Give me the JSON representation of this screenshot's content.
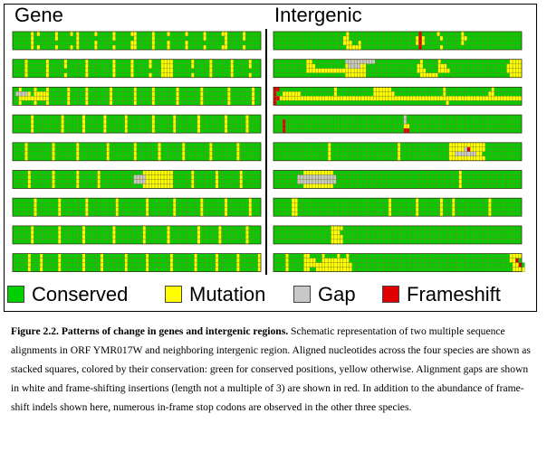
{
  "figure": {
    "panel_titles": {
      "gene": "Gene",
      "intergenic": "Intergenic"
    },
    "colors": {
      "conserved": "#00d000",
      "mutation": "#ffff00",
      "gap": "#c8c8c8",
      "frameshift": "#e00000",
      "cell_border": "#7a7a2a"
    },
    "legend": [
      {
        "key": "conserved",
        "label": "Conserved",
        "color": "#00d000"
      },
      {
        "key": "mutation",
        "label": "Mutation",
        "color": "#ffff00"
      },
      {
        "key": "gap",
        "label": "Gap",
        "color": "#c8c8c8"
      },
      {
        "key": "frameshift",
        "label": "Frameshift",
        "color": "#e00000"
      }
    ],
    "panels": {
      "gene": {
        "blocks": [
          [
            "CCCCCCYCYCCCCCYCCCCYCYCCCCCYCCCCCYCCCCCYYCCCCCYCCCCYCCCCCYCCCCCYCCCCCYYCCCCCYCCCCC",
            "CCCCCCYCCCCCCCYCCCCCCYCCCCCCCCCCCYCCCCCCYCCCCCYCCCCCCCCCCCCCCCCYCCCCCCYCCCCCYCCCCC",
            "CCCCCCYCCCCCCCCCCCCCCYCCCCCYCCCCCCCCCCCYYCCCCCYCCCCYCCCCCYCCCCCCCCCCCCYCCCCCCCCCCC",
            "CCCCCCYCYCCCCCYCCCCYCYCCCCCYCCCCCYCCCCCYYCCCCCYCCCCYCCCCCYCCCCCYCCCCCYYCCCCCYCCCCC"
          ],
          [
            "CCCCYCCCCCCYCCCCCYCCCCCCYCCCCCCCCYCCCCCYCCCCCYCCCYYYYCCCCCCYCCCCCYCCCCCCYCCCCCYCCC",
            "CCCCYCCCCCCYCCCCCYCCCCCCYCCCCCCCCYCCCCCYCCCCCYCCCYYYYCCCCCCYCCCCCYCCCCCCYCCCCCYCCC",
            "CCCCYCCCCCCYCCCCCCCCCCCCYCCCCCCCCYCCCCCYCCCCCCCCCYYYYCCCCCCCCCCCCYCCCCCCYCCCCCCCCC",
            "CCCCYCCCCCCYCCCCCYCCCCCCYCCCCCCCCYCCCCCYCCCCCYCCCYYYYCCCCCCYCCCCCYCCCCCCYCCCCCYCCC"
          ],
          [
            "CCYCCCCYCCCYCCCCCCYCCCCCYCCCCCCCYCCCCCCCYCCCCCYCCCCCCCYCCCCCCCYCCCCCCCCYCCCCCCCYCC",
            "CGGGGYCYYYYYCCCCCCYCCCCCYCCCCCCCYCCCCCCCYCCCCCYCCCCCCCYCCCCCCCYCCCCCCCCYCCCCCCCYCC",
            "CCYYYYYYYYYYCCCCCCYCCCCCYCCCCCCCYCCCCCCCYCCCCCYCCCCCCCYCCCCCCCYCCCCCCCCYCCCCCCCYCC",
            "CCYCCCCYCCCYCCCCCCYCCCCCYCCCCCCCYCCCCCCCYCCCCCYCCCCCCCYCCCCCCCYCCCCCCCCYCCCCCCCYCC"
          ],
          [
            "CCCCCCYCCCCCCCCCYCCCCCCYCCCCCCYCCCCCCYCCCCCCCCYCCCCCCYCCCCCCCYCCCCCCCCYCCCCCCYCCCC",
            "CCCCCCYCCCCCCCCCYCCCCCCYCCCCCCYCCCCCCYCCCCCCCCYCCCCCCYCCCCCCCYCCCCCCCCYCCCCCCYCCCC",
            "CCCCCCYCCCCCCCCCYCCCCCCYCCCCCCYCCCCCCYCCCCCCCCYCCCCCCYCCCCCCCYCCCCCCCCYCCCCCCYCCCC",
            "CCCCCCYCCCCCCCCCYCCCCCCYCCCCCCYCCCCCCYCCCCCCCCYCCCCCCYCCCCCCCYCCCCCCCCYCCCCCCYCCCC"
          ],
          [
            "CCCCYCCCCCCCCYCCCCCCCYCCCCCCCCCYCCCCCCCCYCCCCCCCYCCCCCCCYCCCCCCCCYCCCCCCCCYCCCCCCC",
            "CCCCYCCCCCCCCYCCCCCCCYCCCCCCCCCYCCCCCCCCYCCCCCCCYCCCCCCCYCCCCCCCCYCCCCCCCCYCCCCCCC",
            "CCCCYCCCCCCCCYCCCCCCCYCCCCCCCCCYCCCCCCCCYCCCCCCCYCCCCCCCYCCCCCCCCYCCCCCCCCYCCCCCCC",
            "CCCCYCCCCCCCCYCCCCCCCYCCCCCCCCCYCCCCCCCCYCCCCCCCYCCCCCCCYCCCCCCCCYCCCCCCCCYCCCCCCC"
          ],
          [
            "CCCCCYCCCCCCCYCCCCCCCYCCCCCCYCCCCCCCCCCCCCCYYYYYYYYYYCCCCCCYCCCCCCCYCCCCCCCYCCCCCC",
            "CCCCCYCCCCCCCYCCCCCCCYCCCCCCYCCCCCCCCCCCGGGGYYYYYYYYYCCCCCCYCCCCCCCYCCCCCCCYCCCCCC",
            "CCCCCYCCCCCCCYCCCCCCCYCCCCCCYCCCCCCCCCCCGGGGYYYYYYYYYCCCCCCYCCCCCCCYCCCCCCCYCCCCCC",
            "CCCCCYCCCCCCCYCCCCCCCYCCCCCCYCCCCCCCCCCCCCCYYYYYYYYYYCCCCCCYCCCCCCCYCCCCCCCYCCCCCC"
          ],
          [
            "CCCCCCCYCCCCCCCYCCCCCCCCYCCCCCCCCCYCCCCCCCCCYCCCCCCCCYCCCCCCCCYCCCCCCCYCCCCCCCYCCC",
            "CCCCCCCYCCCCCCCYCCCCCCCCYCCCCCCCCCYCCCCCCCCCYCCCCCCCCYCCCCCCCCYCCCCCCCYCCCCCCCYCCC",
            "CCCCCCCYCCCCCCCYCCCCCCCCYCCCCCCCCCYCCCCCCCCCYCCCCCCCCYCCCCCCCCYCCCCCCCYCCCCCCCYCCC",
            "CCCCCCCYCCCCCCCYCCCCCCCCYCCCCCCCCCYCCCCCCCCCYCCCCCCCCYCCCCCCCCYCCCCCCCYCCCCCCCYCCC"
          ],
          [
            "CCCCCCYCCCCCCCCYCCCCCCCYCCCCCCCCCYCCCCCCCCCYCCCCCCCYCCCCCCCCCYCCCCCCYCCCCCCCCYCCCC",
            "CCCCCCYCCCCCCCCYCCCCCCCYCCCCCCCCCYCCCCCCCCCYCCCCCCCYCCCCCCCCCYCCCCCCYCCCCCCCCYCCCC",
            "CCCCCCYCCCCCCCCYCCCCCCCYCCCCCCCCCYCCCCCCCCCYCCCCCCCYCCCCCCCCCYCCCCCCYCCCCCCCCYCCCC",
            "CCCCCCYCCCCCCCCYCCCCCCCYCCCCCCCCCYCCCCCCCCCYCCCCCCCYCCCCCCCCCYCCCCCCYCCCCCCCCYCCCC"
          ],
          [
            "CCCCCYCCCYCCCCCYCCCCCCCYCCCCCYCCCCCCCYCCCCCCYCCCCCCCYCCCCCCCYCCCCCCYCCCCCCYCCCCCCY",
            "CCCCCYCCCYCCCCCYCCCCCCCYCCCCCYCCCCCCCYCCCCCCYCCCCCCCYCCCCCCCYCCCCCCYCCCCCCYCCCCCCY",
            "CCCCCYCCCYCCCCCYCCCCCCCYCCCCCYCCCCCCCYCCCCCCYCCCCCCCYCCCCCCCYCCCCCCYCCCCCCYCCCCCCY",
            "CCCCCYCCCYCCCCCYCCCCCCCYCCCCCYCCCCCCCYCCCCCCYCCCCCCCYCCCCCCCYCCCCCCYCCCCCCYCCCCCCY"
          ]
        ]
      },
      "intergenic": {
        "blocks": [
          [
            "CCCCCCCCCCCCCCCCCCCCCCCCYCCCCCCCCCCCCCCCCCCCCCCCRCCCCCYCCCCCCCYCCCCCCCCCCCCCCCCCCC",
            "CCCCCCCCCCCCCCCCCCCCCCCYYCCCCCCCCCCCCCCCCCCCCCCYRYCCCCCYCCCCCCYYCCCCCCCCCCCCCCCCCC",
            "CCCCCCCCCCCCCCCCCCCCCCCYYYCCYCCCCCCCCCCCCCCCCCCYRYCCCCCCCCCCCCYCCCCCCCCCCCCCCCCCCC",
            "CCCCCCCCCCCCCCCCCCCCCCCCYYYYYCCCCCCCCCCCCCCCCCCCRCCCCCCYCCCCCCCCCCCCCCCCCCCCCCCCCC"
          ],
          [
            "CCCCCCCCCCCYYCCCCCCCCCCCGGGGGGGGGGCCCCCCCCCCCCCCCYCCCCCYCCCCCCCCCCCCCCCCCCCCCCCYYYY",
            "CCCCCCCCCCCYYYCCCCCCCCCCYGGGGYYCCCCCCCCCCCCCCCCCYYCCCCCYYYCCCCCCCCCCCCCCCCCCCCYYYYY",
            "CCCCCCCCCCCYYYYYYYYYYYYYYYYYYYYCCCCCCCCCCCCCCCCCYYYCCCCYYYYCCCCCCCCCCCCCCCCCCCYYYYY",
            "CCCCCCCCCCCCCCCCCCCCCCCCYYYYYYYCCCCCCCCCCCCCCCCCCYYYYYYCCCCCCCCCCCCCCCCCCCCCCCCYYYY"
          ],
          [
            "RRCCCCCCCCCCCCCCCCCCYCCCCCCCCCCCCYYYYYYCCCCCCCCCCCCCCCCCYCCCCCCCCCCCCCCCYCCCCCCCCC",
            "RCCYYYYYYCCCCCCCCCCCYCCCCCCCCCCCCYYYYYYYCCCCCCCCCCCCCCCCYCCCCCCCCCCCCCCYYCCCCCCCCC",
            "RRYYYYYYYYYYYYYYYYYYYYYYYYYYYYYYYYYYYYYYYYYYYYYYYYYYYYYYYYYYYYYYYYYYYYYYYYYYYYYYYY",
            "RCCCCCCCCCCCCCCCCCCCCCCCCCCCCCCCCCCCCCCCCCCCCCCCCCCCCCCCCYCCCCCCCCCCCCCCCCCCCCCCCC"
          ],
          [
            "CCCCCCCCCCCCCCCCCCCCCCCCCCCCCCCCCCCCCCCCCCCGCCCCCCCCCCCCCCCCCCCCCCCCCCCCCCCCCCCCCC",
            "CCCRCCCCCCCCCCCCCCCCCCCCCCCCCCCCCCCCCCCCCCCGCCCCCCCCCCCCCCCCCCCCCCCCCCCCCCCCCCCCCC",
            "CCCRCCCCCCCCCCCCCCCCCCCCCCCCCCCCCCCCCCCCCCCYYCCCCCCCCCCCCCCCCCCCCCCCCCCCCCCCCCCCCC",
            "CCCRCCCCCCCCCCCCCCCCCCCCCCCCCCCCCCCCCCCCCCCRRCCCCCCCCCCCCCCCCCCCCCCCCCCCCCCCCCCCCC"
          ],
          [
            "CCCCCCCCCCCCCCCCCCYCCCCCCCCCCCCCCCCCCCCCCYCCCCCCCCCCCCCCCCYYYYYYYYYYYYCCCCCCCCCCCC",
            "CCCCCCCCCCCCCCCCCCYCCCCCCCCCCCCCCCCCCCCCCYCCCCCCCCCCCCCCCCYYYYYGRYYYYYCCCCCCCCCCCC",
            "CCCCCCCCCCCCCCCCCCYCCCCCCCCCCCCCCCCCCCCCCYCCCCCCCCCCCCCCCCYYGGGGGGGYYCCCCCCCCCCCCC",
            "CCCCCCCCCCCCCCCCCCYCCCCCCCCCCCCCCCCCCCCCCYCCCCCCCCCCCCCCCCYYYYYYYYYYYYCCCCCCCCCCCC"
          ],
          [
            "CCCCCCCCCCYYYYYYYYYYCCCCCCCCCCCCCCCCCCCCCCCCCCCCCCCCCCCCCCCCCCYCCCCCCCCCCCCCCCCCCCC",
            "CCCCCCCCGGGGGGGGGGGGGCCCCCCCCCCCCCCCCCCCCCCCCCCCCCCCCCCCCCCCCCYCCCCCCCCCCCCCCCCCCCC",
            "CCCCCCCCGGGGGGGGGGGGGCCCCCCCCCCCCCCCCCCCCCCCCCCCCCCCCCCCCCCCCCYCCCCCCCCCCCCCCCCCCCC",
            "CCCCCCCCCCYYYYYYYYYYCCCCCCCCCCCCCCCCCCCCCCCCCCCCCCCCCCCCCCCCCCYCCCCCCCCCCCCCCCCCCCC"
          ],
          [
            "CCCCCCYYCCCCCCCCCCCCCCCCCCCCCCCCCCCCCCYCCCCCCCCYCCCCCCCYCCCYCCCCCCCCCCCYCCCCCCCCCC",
            "CCCCCCYYCCCCCCCCCCCCCCCCCCCCCCCCCCCCCCYCCCCCCCCYCCCCCCCYCCCYCCCCCCCCCCCYCCCCCCCCCC",
            "CCCCCCYYCCCCCCCCCCCCCCCCCCCCCCCCCCCCCCYCCCCCCCCYCCCCCCCYCCCYCCCCCCCCCCCYCCCCCCCCCC",
            "CCCCCCYYCCCCCCCCCCCCCCCCCCCCCCCCCCCCCCYCCCCCCCCYCCCCCCCYCCCYCCCCCCCCCCCYCCCCCCCCCC"
          ],
          [
            "CCCCCCCCCCCCCCCCCCCYYYYCCCCCCCCCCCCCCCCCCCCCCCCCCCCCCCCCCCCCCCCCCCCCCCCCCCCCCCCCCC",
            "CCCCCCCCCCCCCCCCCCCYYYCCCCCCCCCCCCCCCCCCCCCCCCCCCCCCCCCCCCCCCCCCCCCCCCCCCCCCCCCCCC",
            "CCCCCCCCCCCCCCCCCCCYYYYCCCCCCCCCCCCCCCCCCCCCCCCCCCCCCCCCCCCCCCCCCCCCCCCCCCCCCCCCCC",
            "CCCCCCCCCCCCCCCCCCCYYYYCCCCCCCCCCCCCCCCCCCCCCCCCCCCCCCCCCCCCCCCCCCCCCCCCCCCCCCCCCC"
          ],
          [
            "CCCCYCCCCCYYCCCCYCCCCYCCYCCCCCCCCCCCCCCCCCCCCCCCCCCCCCCCCCCCCCCCCCCCCCCCCCCCCCYYYY",
            "CCCCYCCCCCYYYYCCYYYYYYYYYCCCCCCCCCCCCCCCCCCCCCCCCCCCCCCCCCCCCCCCCCCCCCCCCCCCCCYYRC",
            "CCCCYCCCCCYYYYYYYYYYYYYYYYCCCCCCCCCCCCCCCCCCCCCCCCCCCCCCCCCCCCCCCCCCCCCCCCCCCCCYYRC",
            "CCCCYCCCCCYYCCYYYYYYYYYYYYCCCCCCCCCCCCCCCCCCCCCCCCCCCCCCCCCCCCCCCCCCCCCCCCCCCCCYYYY"
          ]
        ]
      }
    }
  },
  "caption": {
    "label": "Figure 2.2. Patterns of change in genes and intergenic regions.",
    "text": " Schematic representation of two multiple sequence alignments in ORF YMR017W and neighboring intergenic region.  Aligned nucleotides across the four species are shown as stacked squares, colored by their conservation: green for conserved positions, yellow otherwise.  Alignment gaps are shown in white and frame-shifting insertions (length not a multiple of 3) are shown in red.  In addition to the abundance of frame-shift indels shown here, numerous in-frame stop codons are observed in the other three species."
  }
}
